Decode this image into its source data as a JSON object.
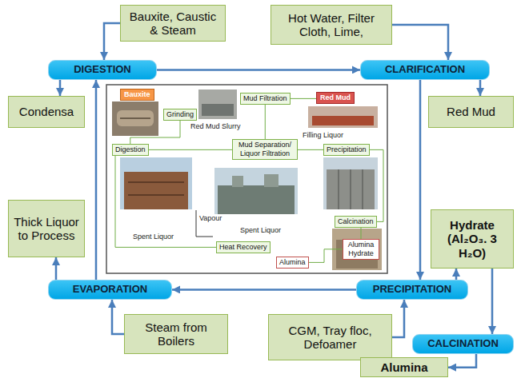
{
  "diagram": {
    "nodes": [
      {
        "text": [
          "Bauxite, Caustic & Steam"
        ]
      },
      {
        "text": [
          "Hot Water, Filter Cloth, Lime,"
        ]
      },
      {
        "text": [
          "DIGESTION"
        ]
      },
      {
        "text": [
          "CLARIFICATION"
        ]
      },
      {
        "text": [
          "Condensa"
        ]
      },
      {
        "text": [
          "Red Mud"
        ]
      },
      {
        "text": [
          "Bauxite"
        ]
      },
      {
        "text": [
          "Grinding"
        ]
      },
      {
        "text": [
          "Mud Filtration"
        ]
      },
      {
        "text": [
          "Red Mud"
        ]
      },
      {
        "text": [
          "Digestion"
        ]
      },
      {
        "text": [
          "Mud Separation/ Liquor Filtration"
        ]
      },
      {
        "text": [
          "Precipitation"
        ]
      },
      {
        "text": [
          "Heat Recovery"
        ]
      },
      {
        "text": [
          "Calcination"
        ]
      },
      {
        "text": [
          "Alumina Hydrate"
        ]
      },
      {
        "text": [
          "Alumina"
        ]
      },
      {
        "text": [
          "Thick Liquor to Process"
        ]
      },
      {
        "text": [
          "Hydrate (Al₂O₃. 3 H₂O)"
        ]
      },
      {
        "text": [
          "EVAPORATION"
        ]
      },
      {
        "text": [
          "PRECIPITATION"
        ]
      },
      {
        "text": [
          "Steam from Boilers"
        ]
      },
      {
        "text": [
          "CGM, Tray floc, Defoamer"
        ]
      },
      {
        "text": [
          "CALCINATION"
        ]
      },
      {
        "text": [
          "Alumina"
        ]
      }
    ],
    "edges": [
      {
        "from": 0,
        "to": 2,
        "arrow": "to"
      },
      {
        "from": 1,
        "to": 3,
        "arrow": "to"
      },
      {
        "from": 2,
        "to": 3,
        "arrow": "to"
      },
      {
        "from": 2,
        "to": 4,
        "arrow": "to"
      },
      {
        "from": 3,
        "to": 5,
        "arrow": "to"
      },
      {
        "from": 3,
        "to": 20,
        "arrow": "to"
      },
      {
        "from": 20,
        "to": 19,
        "arrow": "to"
      },
      {
        "from": 19,
        "to": 2,
        "arrow": "to"
      },
      {
        "from": 19,
        "to": 17,
        "arrow": "to"
      },
      {
        "from": 21,
        "to": 19,
        "arrow": "to"
      },
      {
        "from": 22,
        "to": 20,
        "arrow": "to"
      },
      {
        "from": 20,
        "to": 18,
        "arrow": "to"
      },
      {
        "from": 18,
        "to": 23,
        "arrow": "to"
      },
      {
        "from": 23,
        "to": 24,
        "arrow": "to"
      },
      {
        "from": 7,
        "to": 10,
        "arrow": "none"
      },
      {
        "from": 10,
        "to": 11,
        "arrow": "none"
      },
      {
        "from": 11,
        "to": 8,
        "arrow": "none"
      },
      {
        "from": 8,
        "to": 9,
        "arrow": "none"
      },
      {
        "from": 11,
        "to": 12,
        "arrow": "none"
      },
      {
        "from": 12,
        "to": 14,
        "arrow": "none"
      },
      {
        "from": 14,
        "to": 15,
        "arrow": "none"
      },
      {
        "from": 15,
        "to": 16,
        "arrow": "none"
      },
      {
        "from": 13,
        "to": 10,
        "arrow": "none"
      }
    ],
    "labels": [
      "Red Mud Slurry",
      "Filling Liquor",
      "Vapour",
      "Spent Liquor",
      "Spent Liquor"
    ]
  }
}
